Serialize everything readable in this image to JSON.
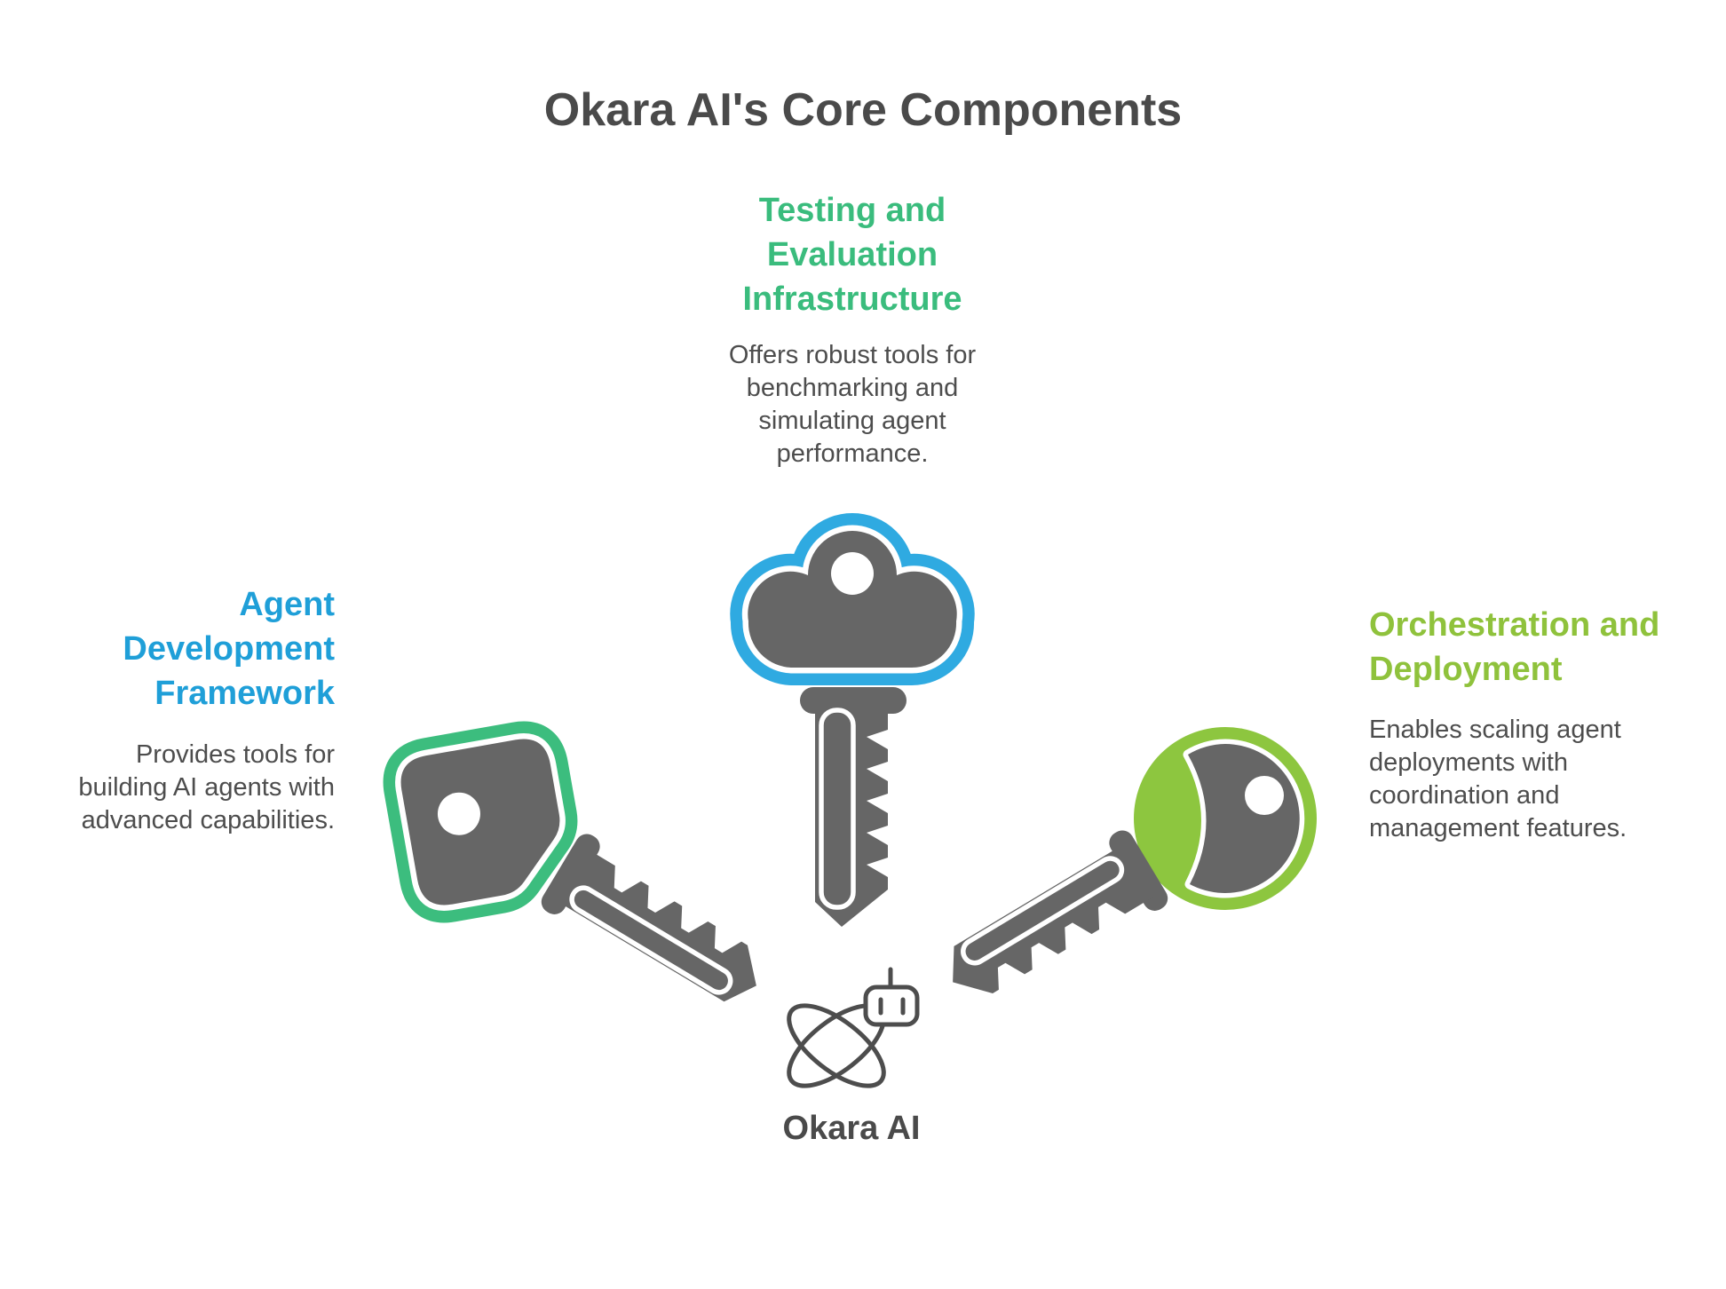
{
  "title": "Okara AI's Core Components",
  "brand": {
    "label": "Okara AI"
  },
  "colors": {
    "emerald": "#3CBD7E",
    "blue": "#2FAAE1",
    "lime": "#8DC63F",
    "heading_green": "#3ABC7D",
    "heading_blue": "#1F9FD8",
    "heading_lime": "#8FC23C",
    "key_gray": "#666666",
    "text_dark": "#4D4D4D",
    "title_gray": "#4A4A4A"
  },
  "components": {
    "top": {
      "heading": "Testing and\nEvaluation\nInfrastructure",
      "heading_color": "#3ABC7D",
      "description": "Offers robust tools for\nbenchmarking and\nsimulating agent\nperformance.",
      "key_color": "#2FAAE1",
      "icon": "cloud-key"
    },
    "left": {
      "heading": "Agent\nDevelopment\nFramework",
      "heading_color": "#1F9FD8",
      "description": "Provides tools for\nbuilding AI agents with\nadvanced capabilities.",
      "key_color": "#3CBD7E",
      "icon": "square-key"
    },
    "right": {
      "heading": "Orchestration and\nDeployment",
      "heading_color": "#8FC23C",
      "description": "Enables scaling agent\ndeployments with\ncoordination and\nmanagement features.",
      "key_color": "#8DC63F",
      "icon": "round-key"
    }
  }
}
